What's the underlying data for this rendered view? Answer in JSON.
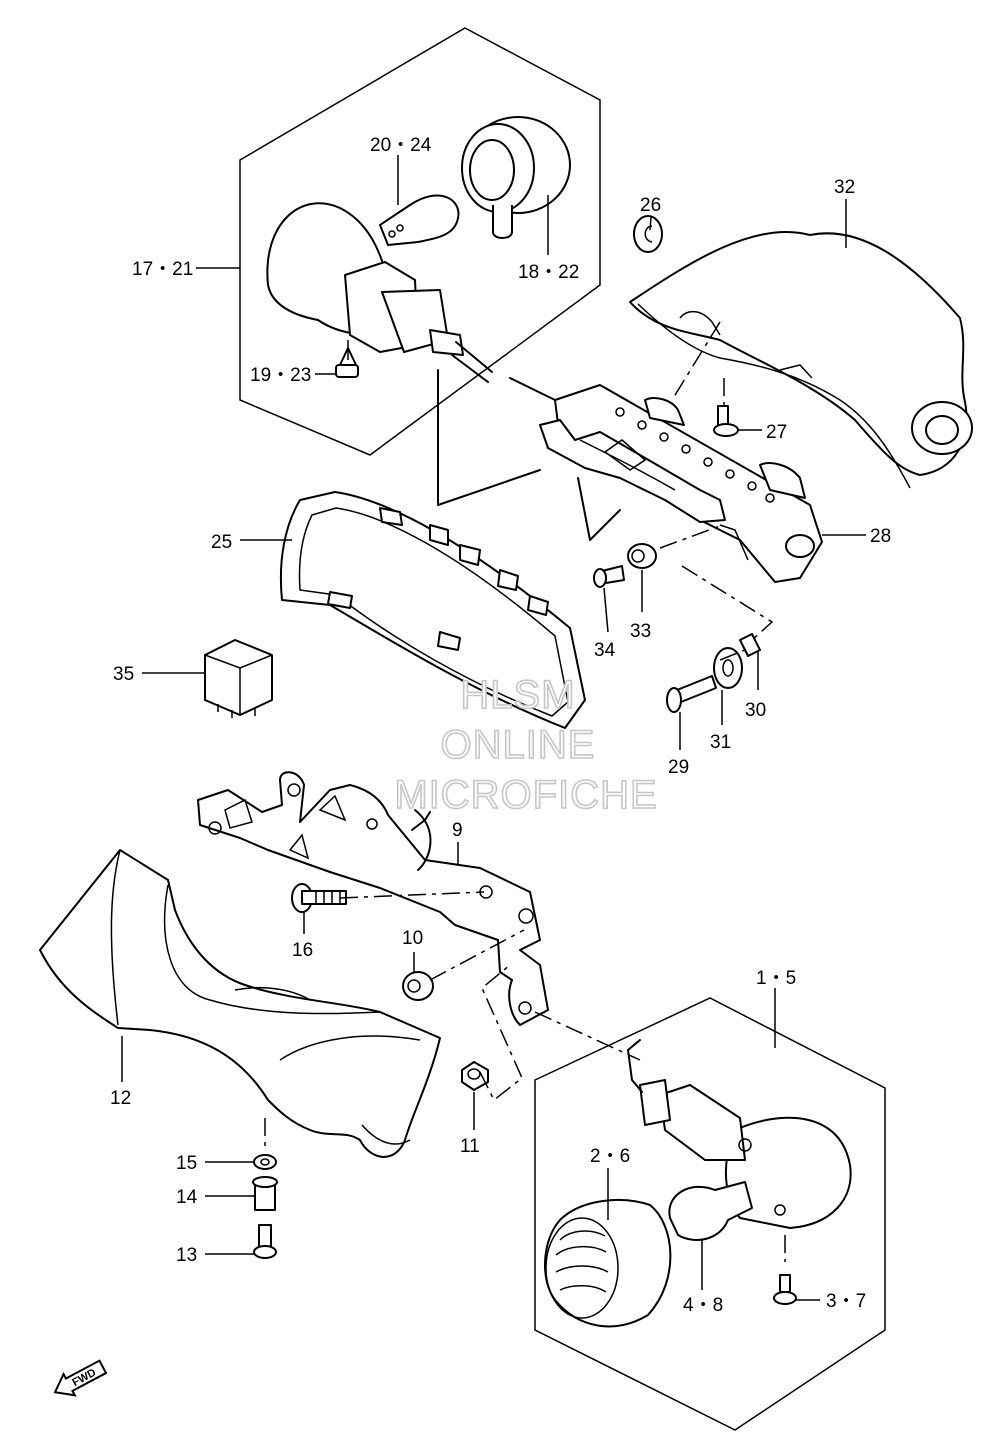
{
  "labels": {
    "l1_5": "1・5",
    "l2_6": "2・6",
    "l3_7": "3・7",
    "l4_8": "4・8",
    "l9": "9",
    "l10": "10",
    "l11": "11",
    "l12": "12",
    "l13": "13",
    "l14": "14",
    "l15": "15",
    "l16": "16",
    "l17_21": "17・21",
    "l18_22": "18・22",
    "l19_23": "19・23",
    "l20_24": "20・24",
    "l25": "25",
    "l26": "26",
    "l27": "27",
    "l28": "28",
    "l29": "29",
    "l30": "30",
    "l31": "31",
    "l32": "32",
    "l33": "33",
    "l34": "34",
    "l35": "35"
  },
  "watermark": {
    "line1": "HLSM",
    "line2": "ONLINE",
    "line3": "MICROFICHE"
  },
  "direction_badge": "FWD"
}
